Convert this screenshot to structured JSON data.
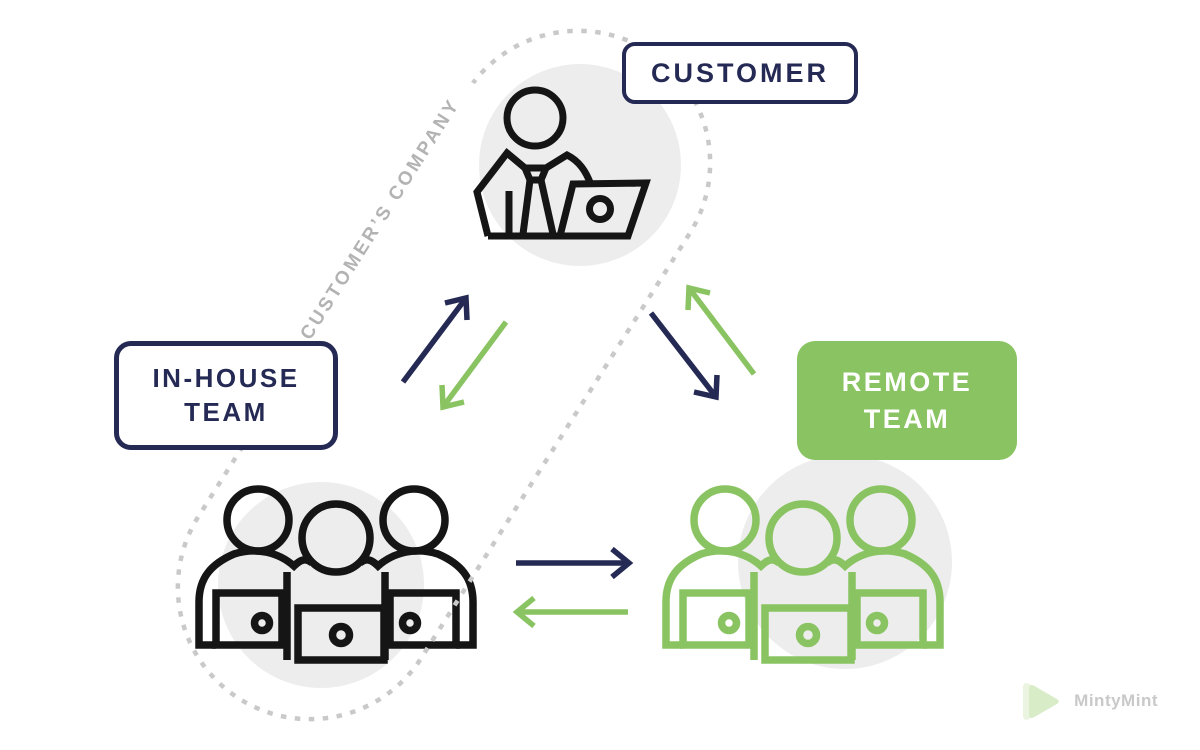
{
  "nodes": {
    "customer": {
      "label": "CUSTOMER"
    },
    "in_house_team": {
      "line1": "IN-HOUSE",
      "line2": "TEAM"
    },
    "remote_team": {
      "line1": "REMOTE",
      "line2": "TEAM"
    }
  },
  "boundary": {
    "label": "CUSTOMER’S COMPANY"
  },
  "relationships": [
    {
      "from": "in_house_team",
      "to": "customer",
      "color": "#252a54"
    },
    {
      "from": "customer",
      "to": "in_house_team",
      "color": "#8ac462"
    },
    {
      "from": "customer",
      "to": "remote_team",
      "color": "#252a54"
    },
    {
      "from": "remote_team",
      "to": "customer",
      "color": "#8ac462"
    },
    {
      "from": "in_house_team",
      "to": "remote_team",
      "color": "#252a54"
    },
    {
      "from": "remote_team",
      "to": "in_house_team",
      "color": "#8ac462"
    }
  ],
  "watermark": {
    "text": "MintyMint"
  },
  "colors": {
    "navy": "#252a54",
    "green": "#8ac462",
    "icon_outline": "#151515",
    "circle_bg": "#ededed",
    "dotted_line": "#c9c9c9",
    "boundary_text": "#b3b3b3",
    "watermark_text": "#c9c9c9"
  }
}
